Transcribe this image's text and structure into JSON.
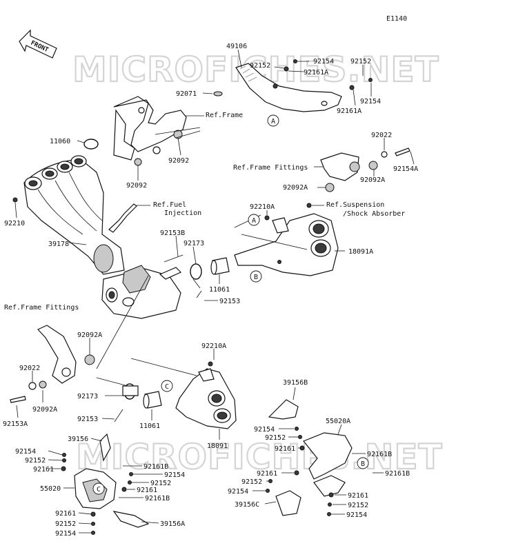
{
  "diagram_code": "E1140",
  "front_label": "FRONT",
  "watermarks": [
    "MICROFICHES.NET",
    "MICROFICHES.NET"
  ],
  "callouts": {
    "A": "A",
    "B": "B",
    "C": "C"
  },
  "labels": [
    "49106",
    "92152",
    "92154",
    "92161A",
    "92152",
    "92154",
    "92161A",
    "92071",
    "Ref.Frame",
    "11060",
    "92092",
    "92092",
    "Ref.Frame Fittings",
    "92022",
    "92154A",
    "92092A",
    "92092A",
    "Ref.Fuel",
    "Injection",
    "92210A",
    "Ref.Suspension",
    "/Shock Absorber",
    "92210",
    "92153B",
    "92173",
    "18091A",
    "39178",
    "11061",
    "92153",
    "Ref.Frame Fittings",
    "92092A",
    "92210A",
    "92022",
    "92092A",
    "92153A",
    "92173",
    "92153",
    "11061",
    "18091",
    "39156B",
    "55020A",
    "92154",
    "92152",
    "92161",
    "92161B",
    "92161",
    "92152",
    "92154",
    "39156C",
    "92161",
    "92152",
    "92154",
    "92161B",
    "39156",
    "92154",
    "92152",
    "92161",
    "92161B",
    "92154",
    "55020",
    "92152",
    "92161",
    "92161B",
    "92161",
    "92152",
    "92154",
    "39156A"
  ]
}
